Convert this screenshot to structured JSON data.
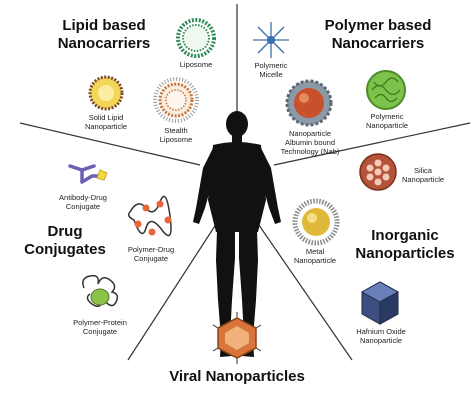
{
  "categories": {
    "lipid": {
      "line1": "Lipid based",
      "line2": "Nanocarriers"
    },
    "polymer": {
      "line1": "Polymer based",
      "line2": "Nanocarriers"
    },
    "drug": {
      "line1": "Drug",
      "line2": "Conjugates"
    },
    "inorganic": {
      "line1": "Inorganic",
      "line2": "Nanoparticles"
    },
    "viral": {
      "line1": "Viral Nanoparticles"
    }
  },
  "items": {
    "liposome": {
      "line1": "Liposome"
    },
    "solid_lipid": {
      "line1": "Solid Lipid",
      "line2": "Nanoparticle"
    },
    "stealth_liposome": {
      "line1": "Stealth",
      "line2": "Liposome"
    },
    "polymeric_micelle": {
      "line1": "Polymeric",
      "line2": "Micelle"
    },
    "albumin_np": {
      "line1": "Nanoparticle",
      "line2": "Albumin bound",
      "line3": "Technology (Nab)"
    },
    "polymeric_np": {
      "line1": "Polymeric",
      "line2": "Nanoparticle"
    },
    "antibody_drug": {
      "line1": "Antibody-Drug",
      "line2": "Conjugate"
    },
    "polymer_drug": {
      "line1": "Polymer-Drug",
      "line2": "Conjugate"
    },
    "polymer_protein": {
      "line1": "Polymer-Protein",
      "line2": "Conjugate"
    },
    "silica_np": {
      "line1": "Silica",
      "line2": "Nanoparticle"
    },
    "metal_np": {
      "line1": "Metal",
      "line2": "Nanoparticle"
    },
    "hafnium_np": {
      "line1": "Hafnium Oxide",
      "line2": "Nanoparticle"
    }
  },
  "colors": {
    "divider": "#333333",
    "body": "#111111",
    "liposome_ring": "#2e8b57",
    "solid_lipid_core": "#f2d65a",
    "stealth_ring": "#c8763a",
    "micelle": "#3a6fb0",
    "albumin_core": "#c8502a",
    "polymeric_np": "#7dc24b",
    "antibody": "#6a5fb0",
    "polymer_drug_node": "#e8643c",
    "protein": "#8bc34a",
    "silica": "#b5523a",
    "metal": "#e0b93a",
    "hafnium": "#3d4f80",
    "viral_capsid": "#d9753a"
  }
}
